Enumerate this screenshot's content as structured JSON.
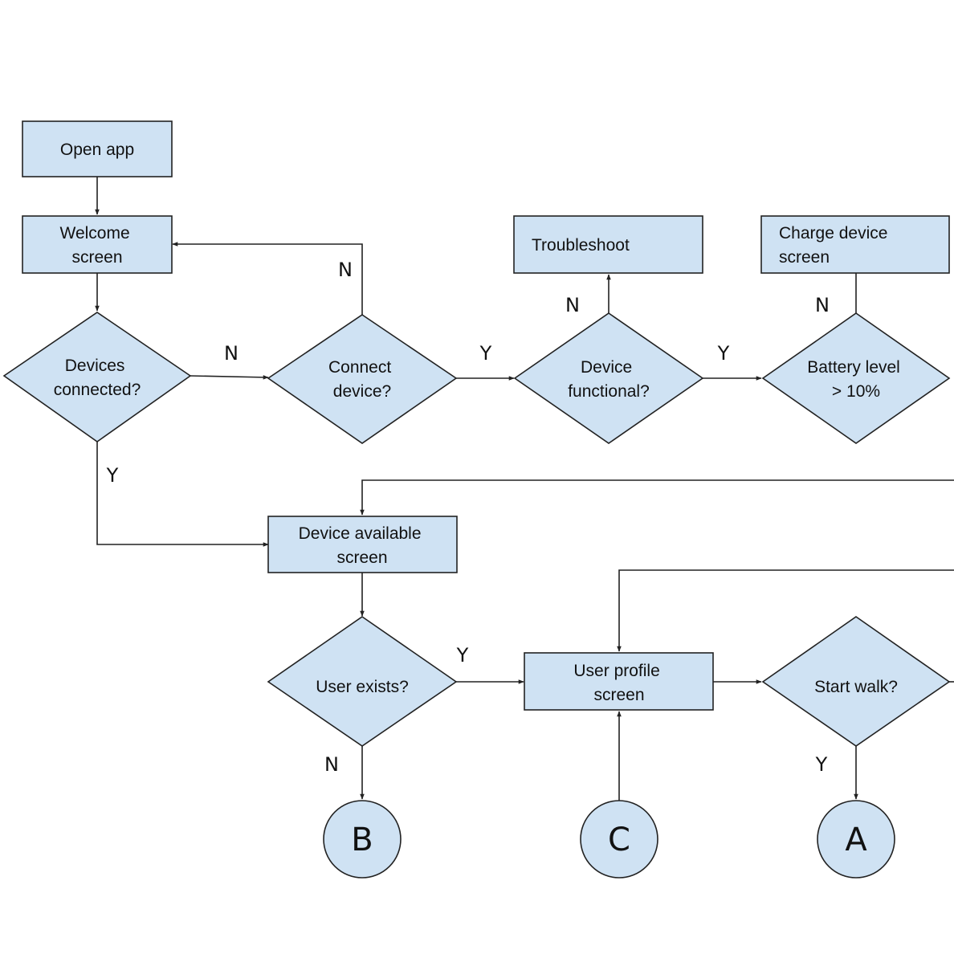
{
  "colors": {
    "node_fill": "#cfe2f3",
    "stroke": "#222222",
    "text": "#111111"
  },
  "nodes": {
    "open_app": [
      "Open app"
    ],
    "welcome": [
      "Welcome",
      "screen"
    ],
    "devices_connected": [
      "Devices",
      "connected?"
    ],
    "connect_device": [
      "Connect",
      "device?"
    ],
    "troubleshoot": [
      "Troubleshoot"
    ],
    "device_functional": [
      "Device",
      "functional?"
    ],
    "charge_device": [
      "Charge device",
      "screen"
    ],
    "battery_level": [
      "Battery level",
      "> 10%"
    ],
    "device_available": [
      "Device available",
      "screen"
    ],
    "user_exists": [
      "User exists?"
    ],
    "user_profile": [
      "User profile",
      "screen"
    ],
    "start_walk": [
      "Start walk?"
    ]
  },
  "connectors": {
    "b": "B",
    "c": "C",
    "a": "A"
  },
  "edge_labels": {
    "connect_no": "N",
    "devices_no": "N",
    "connect_yes": "Y",
    "functional_no": "N",
    "functional_yes": "Y",
    "battery_no": "N",
    "devices_yes": "Y",
    "user_yes": "Y",
    "user_no": "N",
    "walk_yes": "Y"
  }
}
